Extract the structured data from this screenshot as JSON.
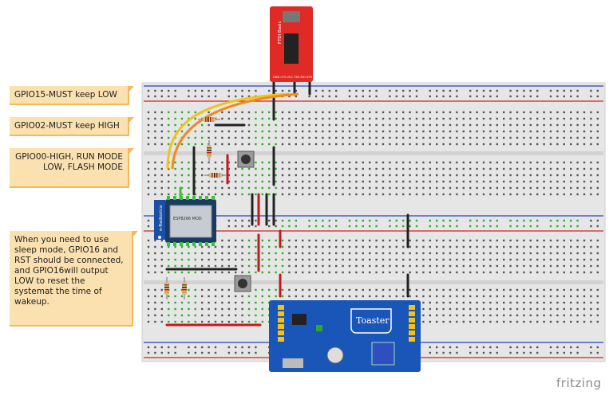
{
  "notes": {
    "gpio15": "GPIO15-MUST keep LOW",
    "gpio02": "GPIO02-MUST keep HIGH",
    "gpio00": "GPIO00-HIGH, RUN MODE\nLOW, FLASH MODE",
    "sleep": "When you need to use\nsleep mode, GPIO16 and\nRST should be connected,\nand GPIO16will output\nLOW to reset the\nsystemat the time of\nwakeup."
  },
  "ftdi": {
    "label": "FTDI Basic",
    "pins": "GND CTS VCC TXO RXI DTR"
  },
  "esp": {
    "brand": "e-Radionica",
    "label": "ESP8266 MOD"
  },
  "toaster": {
    "label": "Toaster"
  },
  "brand": "fritzing",
  "colors": {
    "breadboard": "#e6e6e6",
    "rail_red": "#d82020",
    "rail_blue": "#2040c8",
    "ftdi": "#e02a25",
    "toaster": "#1a56b8",
    "esp": "#1b3b63",
    "wire_black": "#222222",
    "wire_red": "#c4181d",
    "wire_green": "#3cbf3c",
    "wire_yellow": "#f0c419",
    "wire_orange": "#f08a1a",
    "note": "#fbe0b0"
  }
}
